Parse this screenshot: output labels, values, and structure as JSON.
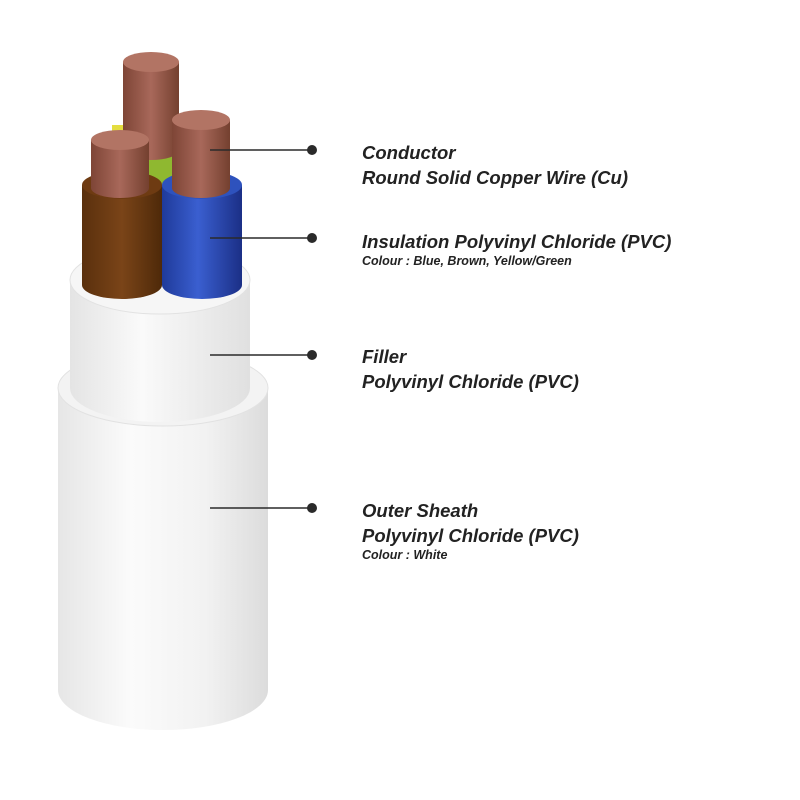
{
  "colors": {
    "copper": "#9a5a4a",
    "insulation_blue": "#2d4fb8",
    "insulation_brown": "#6b3a12",
    "insulation_yellow_green": "#d7d23a",
    "sheath_white": "#f4f4f4",
    "leader_line": "#2a2a2a"
  },
  "labels": [
    {
      "id": "conductor",
      "lines": [
        "Conductor",
        "Round Solid Copper Wire (Cu)"
      ],
      "note": ""
    },
    {
      "id": "insulation",
      "lines": [
        "Insulation Polyvinyl Chloride (PVC)"
      ],
      "note": "Colour : Blue, Brown, Yellow/Green"
    },
    {
      "id": "filler",
      "lines": [
        "Filler",
        "Polyvinyl Chloride (PVC)"
      ],
      "note": ""
    },
    {
      "id": "outer-sheath",
      "lines": [
        "Outer Sheath",
        "Polyvinyl Chloride (PVC)"
      ],
      "note": "Colour : White"
    }
  ]
}
